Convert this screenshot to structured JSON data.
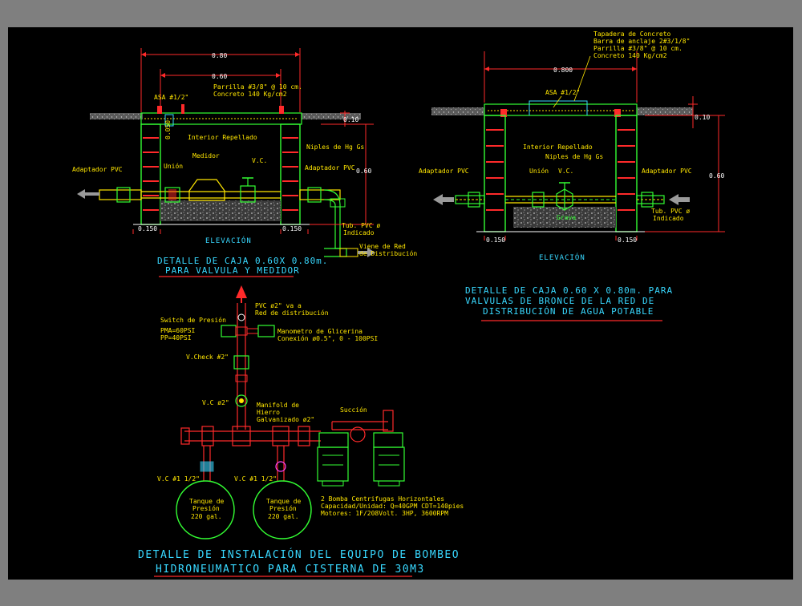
{
  "colors": {
    "background_outer": "#7f7f7f",
    "background_sheet": "#000000",
    "yellow": "#ffe600",
    "cyan": "#38d8ff",
    "green": "#33ff33",
    "red": "#ff2a2a",
    "white": "#ffffff",
    "magenta": "#ff44ff"
  },
  "detail1": {
    "dim_total": "0.80",
    "dim_inner": "0.60",
    "dim_side": "0.10",
    "dim_height": "0.60",
    "dim_base_left": "0.150",
    "dim_base_right": "0.150",
    "lbl_asa": "ASA #1/2\"",
    "lbl_parrilla": "Parrilla #3/8\" @ 10 cm.",
    "lbl_concreto": "Concreto 140 Kg/cm2",
    "lbl_interior": "Interior Repellado",
    "lbl_medidor": "Medidor",
    "lbl_vc": "V.C.",
    "lbl_niples": "Niples de Hg Gs",
    "lbl_union": "Unión",
    "lbl_adapt_left": "Adaptador PVC",
    "lbl_adapt_right": "Adaptador PVC",
    "lbl_tub": "Tub. PVC ø",
    "lbl_indicado": "Indicado",
    "lbl_viene1": "Viene de Red",
    "lbl_viene2": "de Distribución",
    "lbl_gs": "0.050",
    "view": "ELEVACIÓN",
    "title1": "DETALLE DE CAJA 0.60X 0.80m.",
    "title2": "PARA VALVULA Y MEDIDOR"
  },
  "detail2": {
    "dim_total": "0.800",
    "dim_side": "0.10",
    "dim_height": "0.60",
    "dim_base_left": "0.150",
    "dim_base_right": "0.150",
    "lbl_tapadera": "Tapadera de Concreto",
    "lbl_barra": "Barra de anclaje 2#3/1/8\"",
    "lbl_parrilla": "Parrilla #3/8\" @ 10 cm.",
    "lbl_concreto": "Concreto 140 Kg/cm2",
    "lbl_asa": "ASA #1/2\"",
    "lbl_interior": "Interior Repellado",
    "lbl_niples": "Niples de Hg Gs",
    "lbl_union": "Unión",
    "lbl_vc": "V.C.",
    "lbl_adapt_left": "Adaptador PVC",
    "lbl_adapt_right": "Adaptador PVC",
    "lbl_tub": "Tub. PVC ø",
    "lbl_indicado": "Indicado",
    "lbl_grava": "Grava",
    "view": "ELEVACIÓN",
    "title1": "DETALLE DE CAJA 0.60 X 0.80m. PARA",
    "title2": "VALVULAS DE BRONCE DE LA RED DE",
    "title3": "DISTRIBUCIÓN DE AGUA POTABLE"
  },
  "detail3": {
    "lbl_pvc_out1": "PVC ø2\" va a",
    "lbl_pvc_out2": "Red de distribución",
    "lbl_switch": "Switch de Presión",
    "lbl_pmax": "PMA=60PSI",
    "lbl_pmin": "PP=40PSI",
    "lbl_mano1": "Manometro de Glicerina",
    "lbl_mano2": "Conexión ø0.5\", 0 - 100PSI",
    "lbl_vcheck": "V.Check #2\"",
    "lbl_vc_main": "V.C ø2\"",
    "lbl_manif1": "Manifold de",
    "lbl_manif2": "Hierro",
    "lbl_manif3": "Galvanizado ø2\"",
    "lbl_succion": "Succión",
    "lbl_vc_left": "V.C #1 1/2\"",
    "lbl_vc_mid": "V.C #1 1/2\"",
    "lbl_tank_title": "Tanque de",
    "lbl_tank_sub": "Presión",
    "lbl_tank_cap": "220 gal.",
    "lbl_pump1": "2 Bomba Centrifugas Horizontales",
    "lbl_pump2": "Capacidad/Unidad: Q=40GPM CDT=140pies",
    "lbl_pump3": "Motores: 1F/208Volt. 3HP, 3600RPM",
    "title1": "DETALLE DE INSTALACIÓN DEL EQUIPO DE BOMBEO",
    "title2": "HIDRONEUMATICO PARA CISTERNA DE 30M3"
  }
}
